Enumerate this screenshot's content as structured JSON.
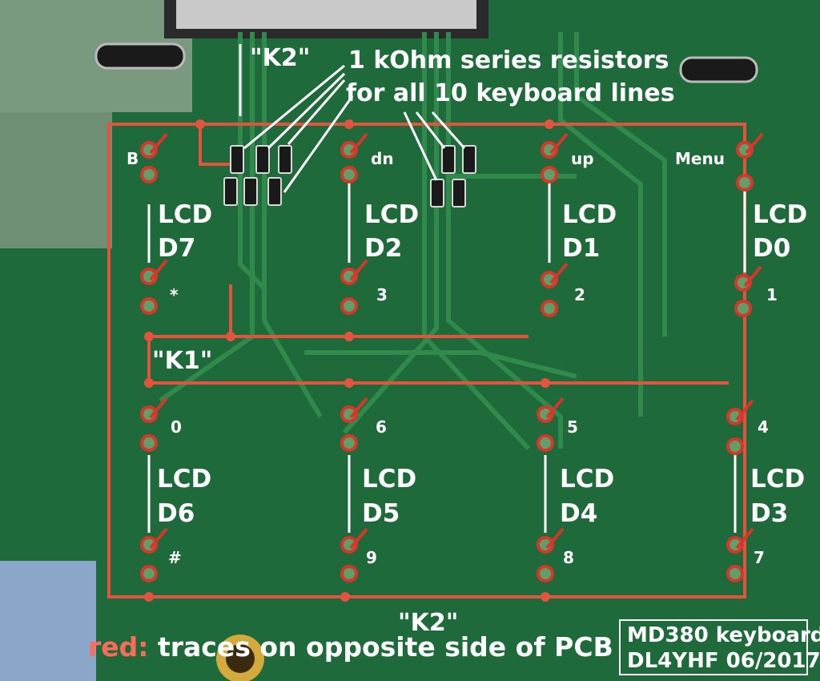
{
  "labels": {
    "k2_top": "\"K2\"",
    "k1": "\"K1\"",
    "k2_bottom": "\"K2\"",
    "resistor_note_line1": "1 kOhm series resistors",
    "resistor_note_line2": "for all 10 keyboard lines"
  },
  "legend": {
    "red_word": "red:",
    "text": "traces on opposite side of PCB"
  },
  "credit": {
    "line1": "MD380 keyboard",
    "line2": "DL4YHF 06/2017"
  },
  "keys_top": [
    "B",
    "dn",
    "up",
    "Menu"
  ],
  "keys_mid": [
    "*",
    "3",
    "2",
    "1"
  ],
  "keys_row3": [
    "0",
    "6",
    "5",
    "4"
  ],
  "keys_bottom": [
    "#",
    "9",
    "8",
    "7"
  ],
  "lcd_top": [
    {
      "line1": "LCD",
      "line2": "D7"
    },
    {
      "line1": "LCD",
      "line2": "D2"
    },
    {
      "line1": "LCD",
      "line2": "D1"
    },
    {
      "line1": "LCD",
      "line2": "D0"
    }
  ],
  "lcd_bottom": [
    {
      "line1": "LCD",
      "line2": "D6"
    },
    {
      "line1": "LCD",
      "line2": "D5"
    },
    {
      "line1": "LCD",
      "line2": "D4"
    },
    {
      "line1": "LCD",
      "line2": "D3"
    }
  ],
  "colors": {
    "board": "#1f6a3a",
    "trace_green": "#2f8a4c",
    "red_trace": "#e5533f",
    "pad": "#d8362a",
    "text": "#ffffff"
  }
}
